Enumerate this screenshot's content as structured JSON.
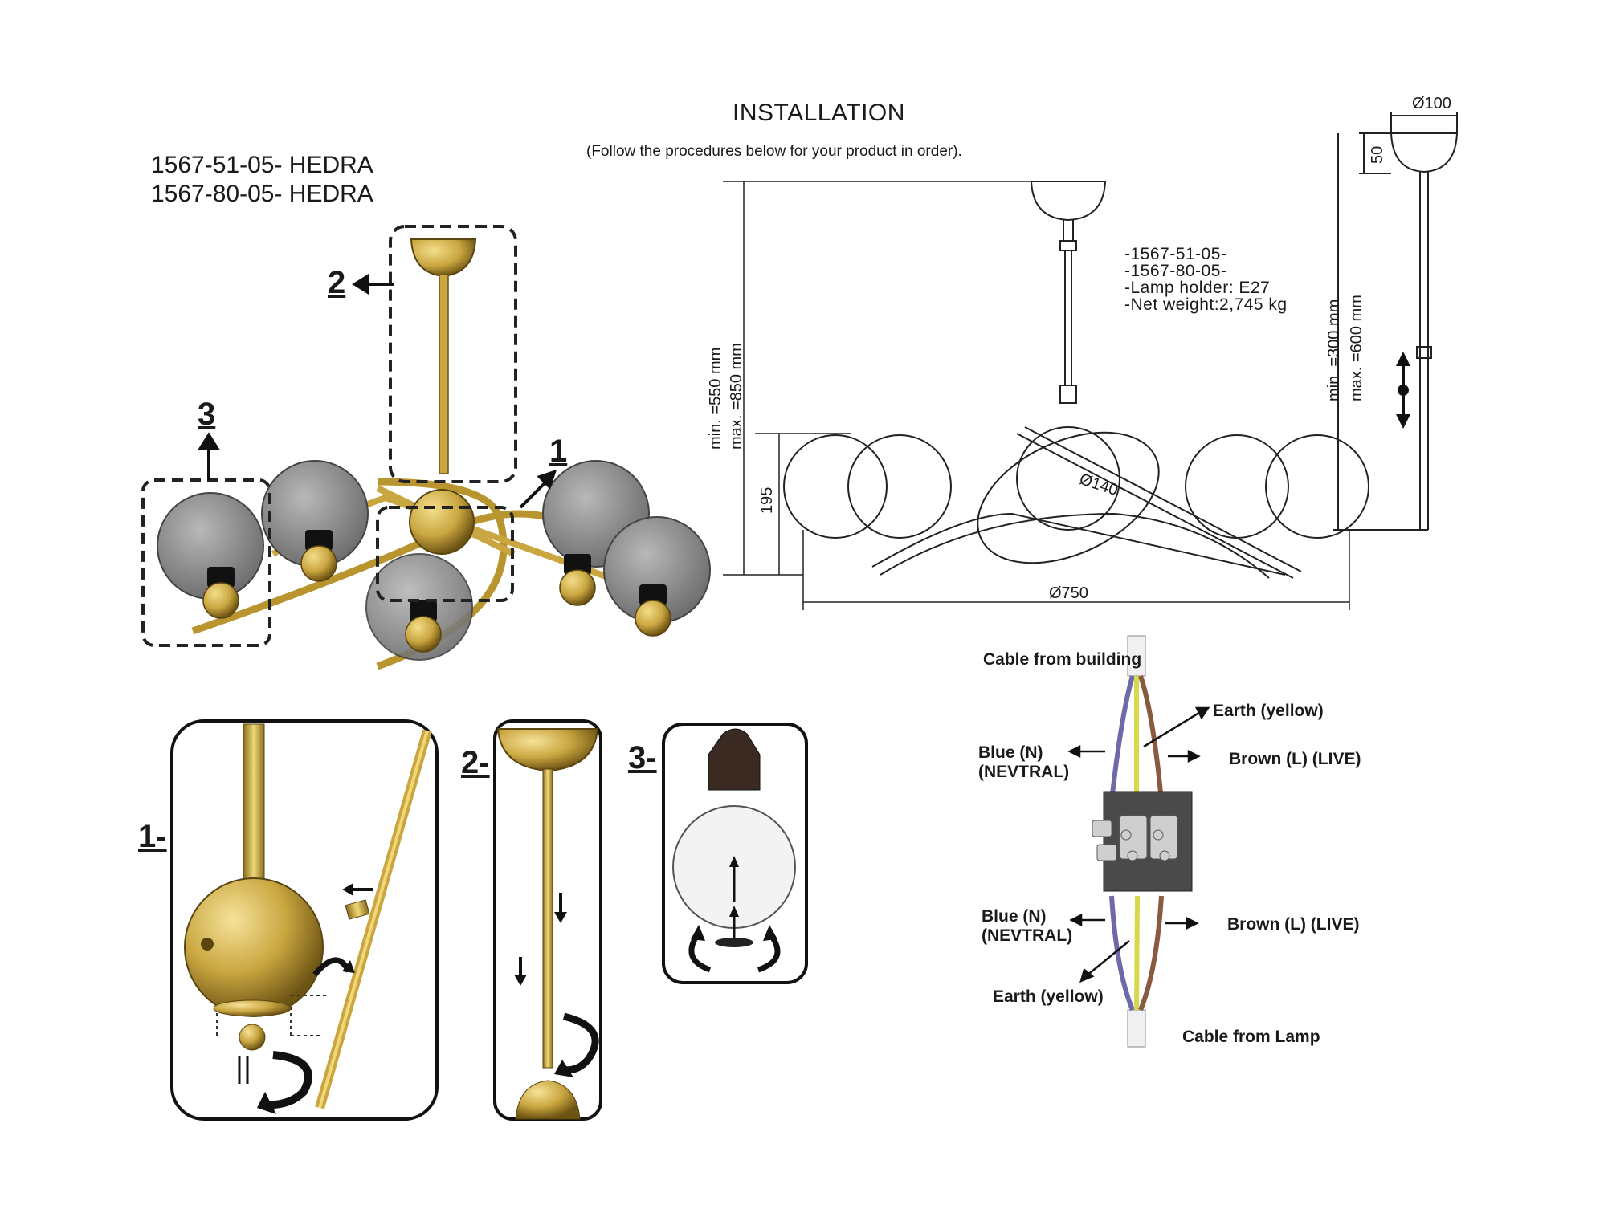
{
  "header": {
    "title": "INSTALLATION",
    "subtitle": "(Follow the procedures below for your product in order)."
  },
  "models": [
    "1567-51-05- HEDRA",
    "1567-80-05- HEDRA"
  ],
  "overview_callouts": {
    "c1": "1",
    "c2": "2",
    "c3": "3"
  },
  "steps": {
    "s1": "1-",
    "s2": "2-",
    "s3": "3-"
  },
  "specs": {
    "line1": "-1567-51-05-",
    "line2": "-1567-80-05-",
    "line3": "-Lamp holder: E27",
    "line4": "-Net weight:2,745 kg"
  },
  "dimensions": {
    "height_min": "min. =550 mm",
    "height_max": "max. =850 mm",
    "globe_height": "195",
    "globe_diameter": "Ø140",
    "total_width": "Ø750",
    "canopy_diameter": "Ø100",
    "canopy_height": "50",
    "rod_min": "min. =300 mm",
    "rod_max": "max. =600 mm"
  },
  "wiring": {
    "cable_building": "Cable from building",
    "earth_top": "Earth (yellow)",
    "blue_top_1": "Blue (N)",
    "blue_top_2": "(NEVTRAL)",
    "brown_top": "Brown (L) (LIVE)",
    "blue_bottom_1": "Blue (N)",
    "blue_bottom_2": "(NEVTRAL)",
    "brown_bottom": "Brown (L) (LIVE)",
    "earth_bottom": "Earth (yellow)",
    "cable_lamp": "Cable from Lamp"
  },
  "colors": {
    "brass": "#c9a640",
    "brass_dark": "#8a6d1e",
    "smoke_glass": "#8d8d8d",
    "wire_blue": "#6e6aa8",
    "wire_yellow": "#d7d94a",
    "wire_brown": "#8a5a3e"
  }
}
